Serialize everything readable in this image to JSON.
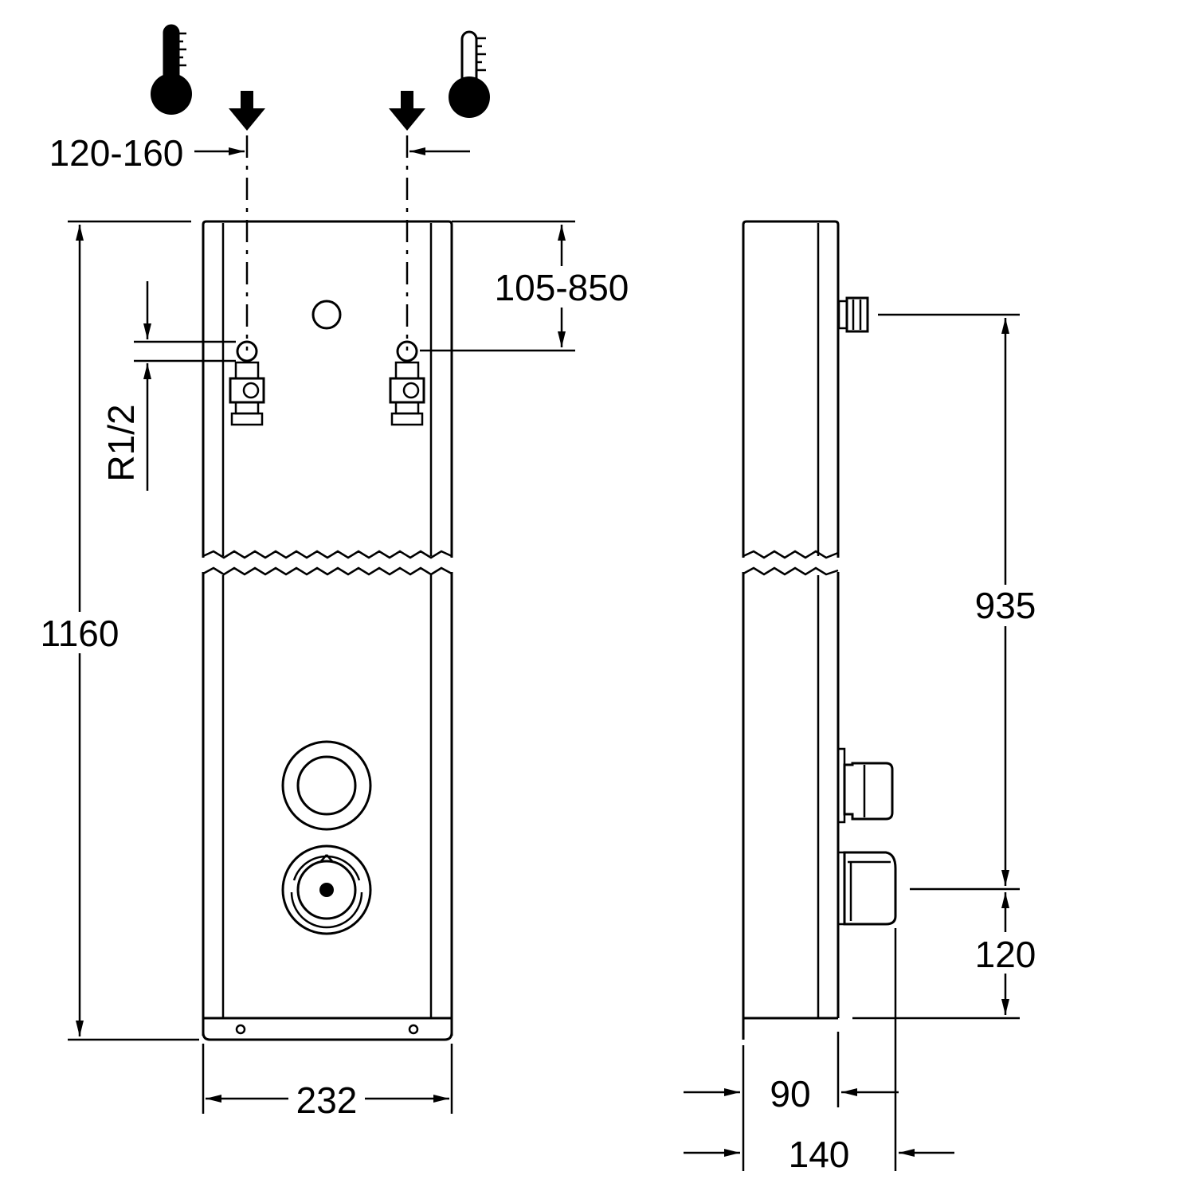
{
  "front_view": {
    "dim_width": "232",
    "dim_height": "1160",
    "dim_connection_spacing": "120-160",
    "dim_connection_height": "105-850",
    "dim_thread": "R1/2"
  },
  "side_view": {
    "dim_depth_body": "90",
    "dim_depth_total": "140",
    "dim_upper": "935",
    "dim_lower": "120"
  },
  "legend": {
    "hot_icon": "thermometer-hot-icon",
    "cold_icon": "thermometer-cold-icon",
    "inlet_icon": "arrow-down-icon"
  }
}
